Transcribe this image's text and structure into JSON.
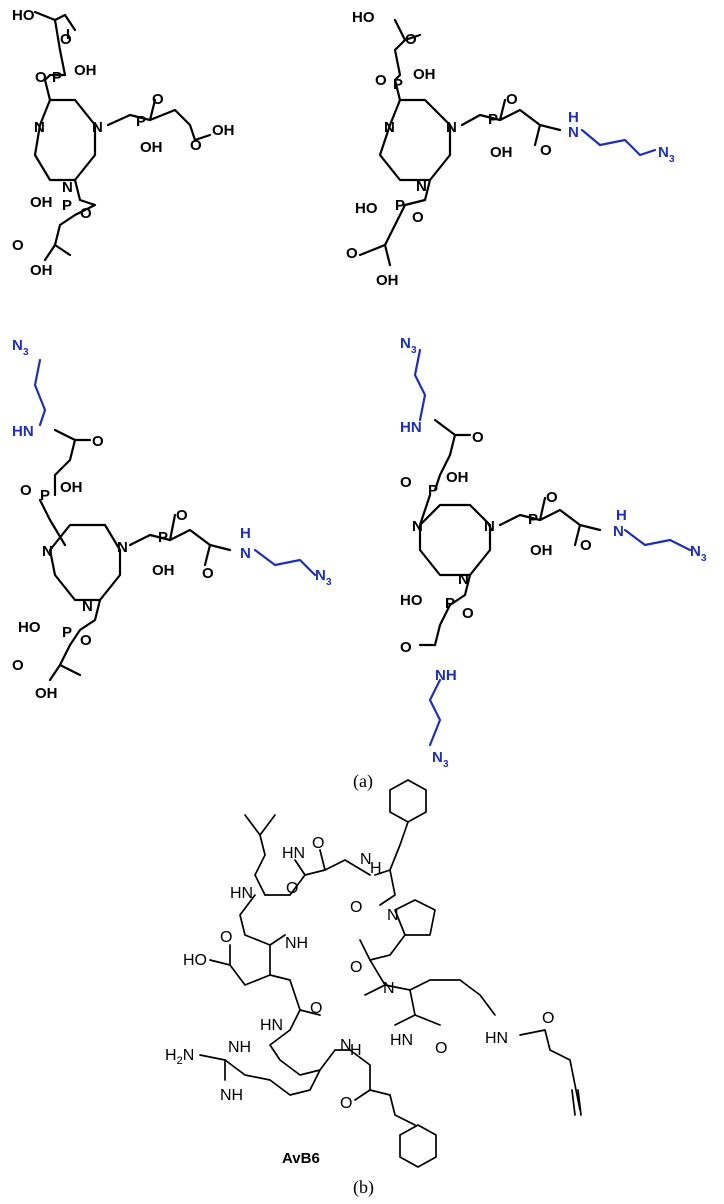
{
  "labels": {
    "oh": "OH",
    "ho": "HO",
    "o": "O",
    "p": "P",
    "n": "N",
    "h": "H",
    "hn": "HN",
    "nh": "NH",
    "n3": "N3",
    "h2n": "H2N"
  },
  "captions": {
    "a": "(a)",
    "b": "(b)"
  },
  "peptide_name": "AvB6",
  "colors": {
    "structure": "#000000",
    "linker": "#1f2fb3"
  }
}
